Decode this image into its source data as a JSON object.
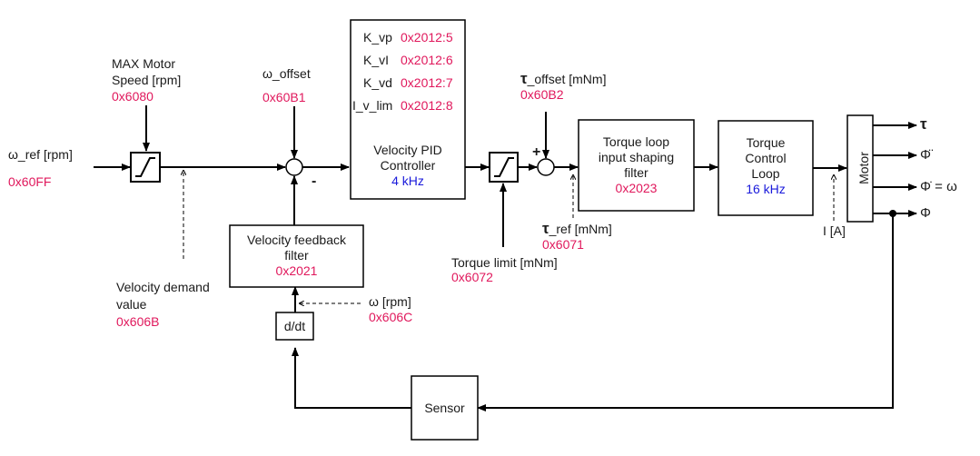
{
  "inputs": {
    "omega_ref": {
      "label": "ω_ref [rpm]",
      "address": "0x60FF"
    },
    "max_motor_speed": {
      "label_line1": "MAX Motor",
      "label_line2": "Speed [rpm]",
      "address": "0x6080"
    },
    "velocity_demand": {
      "label_line1": "Velocity demand",
      "label_line2": "value",
      "address": "0x606B"
    },
    "omega_offset": {
      "label": "ω_offset",
      "address": "0x60B1"
    },
    "omega_actual": {
      "label": "ω [rpm]",
      "address": "0x606C"
    },
    "tau_offset": {
      "symbol": "τ",
      "label": "_offset [mNm]",
      "address": "0x60B2"
    },
    "tau_ref": {
      "symbol": "τ",
      "label": "_ref [mNm]",
      "address": "0x6071"
    },
    "torque_limit": {
      "label": "Torque limit [mNm]",
      "address": "0x6072"
    },
    "current": {
      "label": "I [A]"
    }
  },
  "blocks": {
    "velocity_pid": {
      "params": [
        {
          "name": "K_vp",
          "address": "0x2012:5"
        },
        {
          "name": "K_vI",
          "address": "0x2012:6"
        },
        {
          "name": "K_vd",
          "address": "0x2012:7"
        },
        {
          "name": "I_v_lim",
          "address": "0x2012:8"
        }
      ],
      "title_line1": "Velocity PID",
      "title_line2": "Controller",
      "frequency": "4 kHz"
    },
    "torque_shaping": {
      "line1": "Torque loop",
      "line2": "input shaping",
      "line3": "filter",
      "address": "0x2023"
    },
    "torque_control": {
      "line1": "Torque",
      "line2": "Control",
      "line3": "Loop",
      "frequency": "16 kHz"
    },
    "motor": {
      "label": "Motor"
    },
    "velocity_feedback": {
      "line1": "Velocity feedback",
      "line2": "filter",
      "address": "0x2021"
    },
    "derivative": {
      "label": "d/dt"
    },
    "sensor": {
      "label": "Sensor"
    }
  },
  "signs": {
    "velocity_sum_minus": "-",
    "torque_sum_plus": "+"
  },
  "outputs": [
    {
      "symbol": "τ"
    },
    {
      "symbol": "Φ̈"
    },
    {
      "symbol": "Φ̇ = ω"
    },
    {
      "symbol": "Φ"
    }
  ],
  "colors": {
    "address": "#e0185c",
    "frequency": "#1a1adb",
    "line": "#000000"
  }
}
